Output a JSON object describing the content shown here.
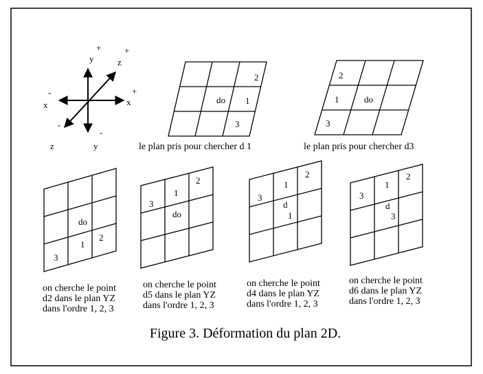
{
  "axes": {
    "x_pos": "x",
    "x_pos_sign": "+",
    "x_neg": "x",
    "x_neg_sign": "-",
    "y_pos": "y",
    "y_pos_sign": "+",
    "y_neg": "y",
    "y_neg_sign": "-",
    "z_pos": "z",
    "z_pos_sign": "+",
    "z_neg": "z",
    "z_neg_sign": "-"
  },
  "top_grids": [
    {
      "labels": [
        "2",
        "do",
        "1",
        "3"
      ],
      "caption": "le plan pris pour chercher d 1"
    },
    {
      "labels": [
        "2",
        "1",
        "do",
        "3"
      ],
      "caption": "le plan pris pour chercher  d3"
    }
  ],
  "bottom_grids": [
    {
      "labels": [
        "do",
        "3",
        "1",
        "2"
      ],
      "caption": [
        "on cherche le point",
        "d2 dans le plan YZ",
        "dans l'ordre 1, 2, 3"
      ]
    },
    {
      "labels": [
        "2",
        "1",
        "3",
        "do"
      ],
      "caption": [
        "on cherche le point",
        "d5 dans le plan YZ",
        "dans l'ordre 1, 2, 3"
      ]
    },
    {
      "labels": [
        "2",
        "1",
        "3",
        "d",
        "1"
      ],
      "caption": [
        "on cherche le point",
        "d4 dans le plan YZ",
        "dans l'ordre 1, 2, 3"
      ]
    },
    {
      "labels": [
        "2",
        "1",
        "3",
        "d",
        "3"
      ],
      "caption": [
        "on cherche le point",
        "d6 dans le plan YZ",
        "dans l'ordre 1, 2, 3"
      ]
    }
  ],
  "figure_title": "Figure 3. Déformation du plan 2D."
}
